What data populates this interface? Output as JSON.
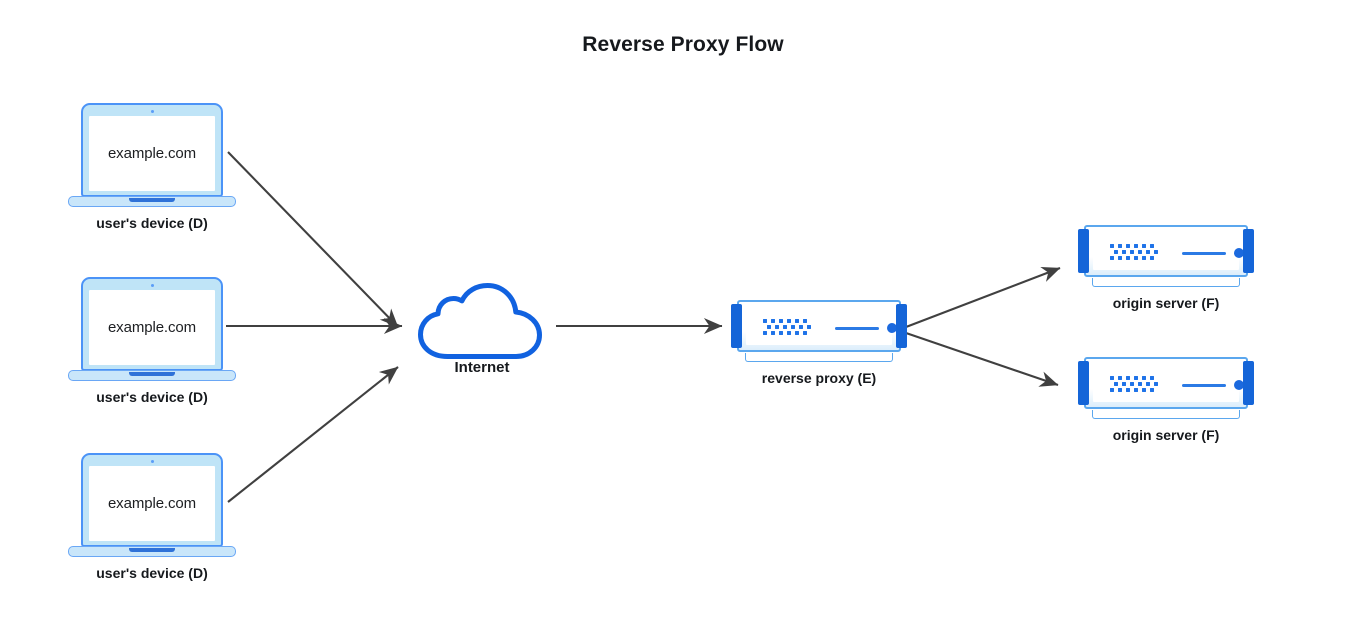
{
  "title": "Reverse Proxy Flow",
  "colors": {
    "background": "#ffffff",
    "text": "#16191d",
    "arrow": "#404040",
    "cloud_stroke": "#1162e0",
    "laptop_border": "#4b93f7",
    "laptop_bezel": "#bfe4f7",
    "server_cap": "#1565d8",
    "server_border": "#5ba7ee",
    "server_accent": "#1f73e8"
  },
  "nodes": {
    "clients": [
      {
        "id": "client-top",
        "url": "example.com",
        "label": "user's device (D)"
      },
      {
        "id": "client-middle",
        "url": "example.com",
        "label": "user's device (D)"
      },
      {
        "id": "client-bottom",
        "url": "example.com",
        "label": "user's device (D)"
      }
    ],
    "internet": {
      "id": "internet",
      "label": "Internet",
      "icon": "cloud-icon"
    },
    "proxy": {
      "id": "reverse-proxy",
      "label": "reverse proxy (E)",
      "icon": "server-icon"
    },
    "origins": [
      {
        "id": "origin-top",
        "label": "origin server (F)",
        "icon": "server-icon"
      },
      {
        "id": "origin-bottom",
        "label": "origin server (F)",
        "icon": "server-icon"
      }
    ]
  },
  "edges": [
    {
      "id": "edge-client-top-to-internet",
      "from": "client-top",
      "to": "internet",
      "direction": "down-right"
    },
    {
      "id": "edge-client-middle-to-internet",
      "from": "client-middle",
      "to": "internet",
      "direction": "right"
    },
    {
      "id": "edge-client-bottom-to-internet",
      "from": "client-bottom",
      "to": "internet",
      "direction": "up-right"
    },
    {
      "id": "edge-internet-to-proxy",
      "from": "internet",
      "to": "reverse-proxy",
      "direction": "right"
    },
    {
      "id": "edge-proxy-to-origin-top",
      "from": "reverse-proxy",
      "to": "origin-top",
      "direction": "up-right"
    },
    {
      "id": "edge-proxy-to-origin-bottom",
      "from": "reverse-proxy",
      "to": "origin-bottom",
      "direction": "down-right"
    }
  ]
}
